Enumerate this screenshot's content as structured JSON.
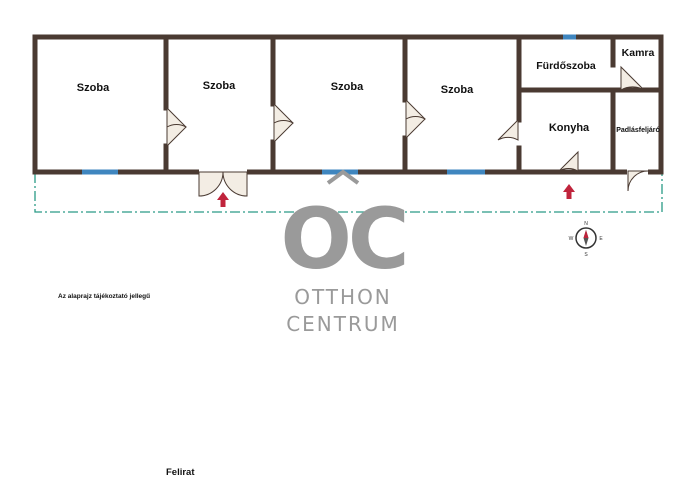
{
  "rooms": [
    {
      "label": "Szoba"
    },
    {
      "label": "Szoba"
    },
    {
      "label": "Szoba"
    },
    {
      "label": "Szoba"
    },
    {
      "label": "Fürdőszoba"
    },
    {
      "label": "Kamra"
    },
    {
      "label": "Konyha"
    },
    {
      "label": "Padlásfeljáró"
    }
  ],
  "watermark": {
    "monogram": "OC",
    "line1": "OTTHON",
    "line2": "CENTRUM"
  },
  "compass": {
    "n": "N",
    "e": "E",
    "s": "S",
    "w": "W"
  },
  "disclaimer": "Az alaprajz tájékoztató jellegű",
  "caption": "Felirat",
  "colors": {
    "wall": "#4a3a32",
    "window": "#3f86bf",
    "plot_line": "#2a9a86",
    "entry_arrow": "#c0243c",
    "watermark": "#9a9a9a"
  }
}
